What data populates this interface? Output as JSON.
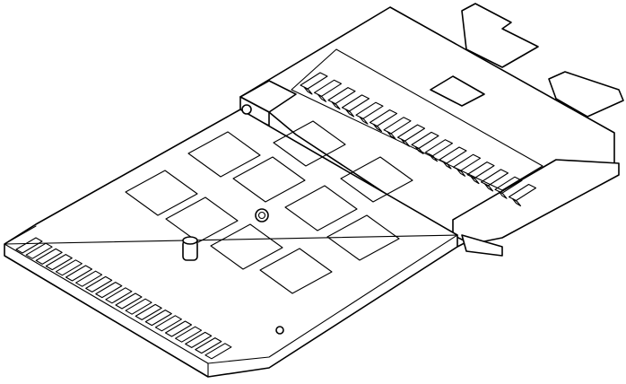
{
  "drawing": {
    "style": "black line art on white",
    "line_color": "#000000",
    "background": "#ffffff",
    "chip_count": 10,
    "edge_contact_count": 20,
    "connector_pin_count": 16
  }
}
